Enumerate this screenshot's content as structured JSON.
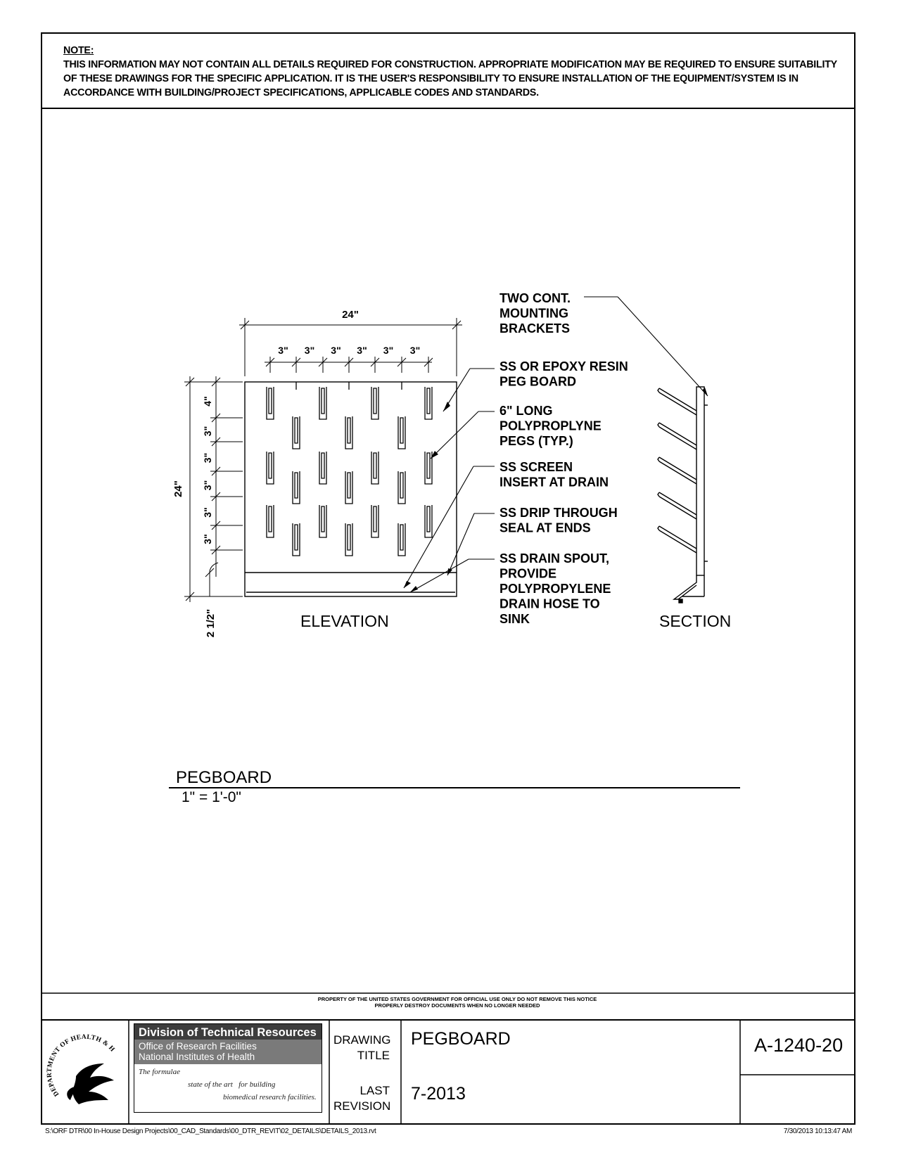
{
  "note": {
    "title": "NOTE:",
    "text": "THIS INFORMATION MAY NOT CONTAIN ALL DETAILS REQUIRED FOR CONSTRUCTION.  APPROPRIATE MODIFICATION MAY BE REQUIRED TO ENSURE SUITABILITY OF THESE DRAWINGS FOR THE SPECIFIC APPLICATION.  IT IS THE USER'S RESPONSIBILITY TO ENSURE INSTALLATION OF THE EQUIPMENT/SYSTEM IS IN ACCORDANCE WITH BUILDING/PROJECT SPECIFICATIONS, APPLICABLE CODES AND STANDARDS."
  },
  "elevation": {
    "overall_width": "24\"",
    "overall_height": "24\"",
    "peg_spacing": "3\"",
    "top_offset": "4\"",
    "row_spacing": "3\"",
    "drain_height": "2 1/2\"",
    "view_title": "ELEVATION"
  },
  "section": {
    "view_title": "SECTION"
  },
  "callouts": {
    "brackets": [
      "TWO CONT.",
      "MOUNTING",
      "BRACKETS"
    ],
    "board": [
      "SS OR EPOXY RESIN",
      "PEG BOARD"
    ],
    "pegs": [
      "6\" LONG",
      "POLYPROPLYNE",
      "PEGS (TYP.)"
    ],
    "screen": [
      "SS SCREEN",
      "INSERT AT DRAIN"
    ],
    "seal": [
      "SS DRIP THROUGH",
      "SEAL AT ENDS"
    ],
    "spout": [
      "SS DRAIN SPOUT,",
      "PROVIDE",
      "POLYPROPYLENE",
      "DRAIN HOSE TO",
      "SINK"
    ]
  },
  "detail": {
    "title": "PEGBOARD",
    "scale": "1\" = 1'-0\""
  },
  "property_notice": {
    "line1": "PROPERTY OF THE UNITED STATES GOVERNMENT FOR OFFICIAL USE ONLY DO NOT REMOVE THIS NOTICE",
    "line2": "PROPERLY DESTROY DOCUMENTS WHEN NO LONGER NEEDED"
  },
  "title_block": {
    "org_name": "Division of Technical Resources",
    "org_sub1": "Office of Research Facilities",
    "org_sub2": "National Institutes of Health",
    "tagline1": "The formulae",
    "tagline2": "for building",
    "tagline3": "state of the art",
    "tagline4": "biomedical research facilities.",
    "seal_text": "DEPARTMENT OF HEALTH & HUMAN SERVICES · USA",
    "drawing_title_label1": "DRAWING",
    "drawing_title_label2": "TITLE",
    "drawing_title": "PEGBOARD",
    "last_revision_label1": "LAST",
    "last_revision_label2": "REVISION",
    "last_revision": "7-2013",
    "drawing_number": "A-1240-20"
  },
  "footer": {
    "path": "S:\\ORF DTR\\00 In-House Design Projects\\00_CAD_Standards\\00_DTR_REVIT\\02_DETAILS\\DETAILS_2013.rvt",
    "timestamp": "7/30/2013 10:13:47 AM"
  }
}
